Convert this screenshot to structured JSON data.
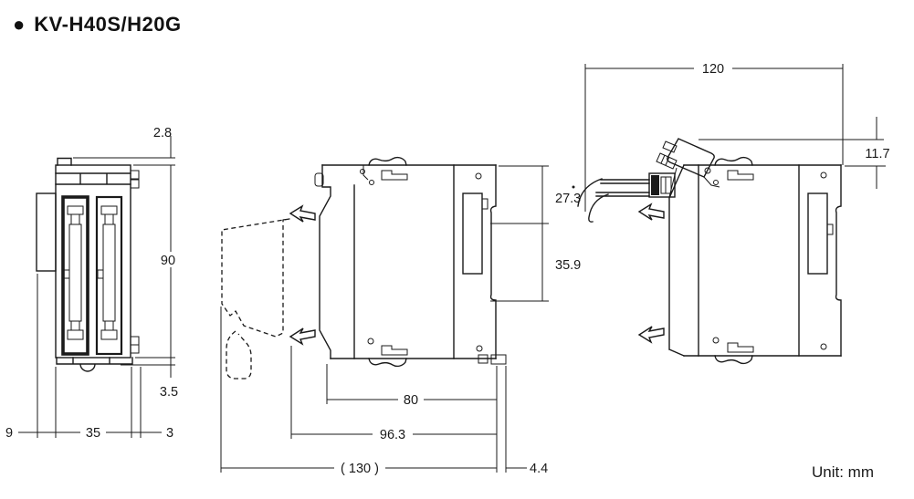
{
  "title": {
    "bullet": "●",
    "text": "KV-H40S/H20G"
  },
  "unit_label": "Unit: mm",
  "dimensions": {
    "front_view": {
      "top_tab_height": "2.8",
      "body_height": "90",
      "bottom_latch": "3.5",
      "side_connector_depth": "9",
      "body_width": "35",
      "side_nub": "3"
    },
    "side_view": {
      "upper_depth": "27.3",
      "din_rail_depth": "35.9",
      "body_depth": "80",
      "depth_with_hooks": "96.3",
      "overall_depth_with_cover": "( 130 )",
      "rail_hook_depth": "4.4"
    },
    "mounted_view": {
      "overall_depth_with_connector": "120",
      "connector_projection": "11.7"
    }
  },
  "colors": {
    "line": "#1a1a1a",
    "text": "#1a1a1a",
    "background": "#ffffff"
  }
}
